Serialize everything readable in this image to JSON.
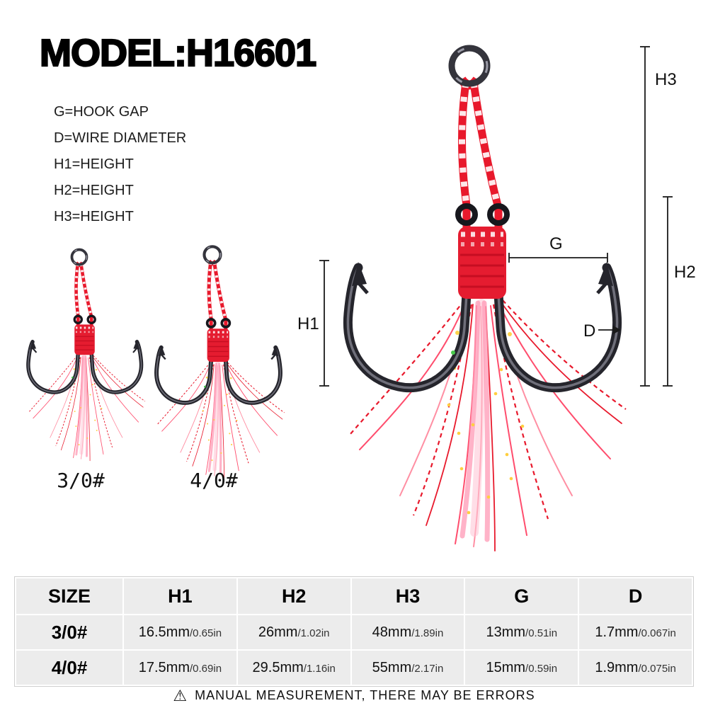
{
  "header": {
    "title": "MODEL:H16601"
  },
  "legend": {
    "items": [
      "G=HOOK GAP",
      "D=WIRE DIAMETER",
      "H1=HEIGHT",
      "H2=HEIGHT",
      "H3=HEIGHT"
    ]
  },
  "variants": [
    {
      "label": "3/0#"
    },
    {
      "label": "4/0#"
    }
  ],
  "annotations": {
    "h1": "H1",
    "h2": "H2",
    "h3": "H3",
    "g": "G",
    "d": "D"
  },
  "spec_table": {
    "headers": [
      "SIZE",
      "H1",
      "H2",
      "H3",
      "G",
      "D"
    ],
    "rows": [
      {
        "size": "3/0#",
        "cells": [
          {
            "mm": "16.5mm",
            "inch": "/0.65in"
          },
          {
            "mm": "26mm",
            "inch": "/1.02in"
          },
          {
            "mm": "48mm",
            "inch": "/1.89in"
          },
          {
            "mm": "13mm",
            "inch": "/0.51in"
          },
          {
            "mm": "1.7mm",
            "inch": "/0.067in"
          }
        ]
      },
      {
        "size": "4/0#",
        "cells": [
          {
            "mm": "17.5mm",
            "inch": "/0.69in"
          },
          {
            "mm": "29.5mm",
            "inch": "/1.16in"
          },
          {
            "mm": "55mm",
            "inch": "/2.17in"
          },
          {
            "mm": "15mm",
            "inch": "/0.59in"
          },
          {
            "mm": "1.9mm",
            "inch": "/0.075in"
          }
        ]
      }
    ]
  },
  "footer": {
    "warning_icon": "⚠",
    "disclaimer": "MANUAL MEASUREMENT, THERE MAY BE ERRORS"
  },
  "colors": {
    "accent_red": "#e8192c",
    "tinsel_pink": "#ff8fa3",
    "hook_metal": "#25252c",
    "table_cell_bg": "#ececec"
  }
}
